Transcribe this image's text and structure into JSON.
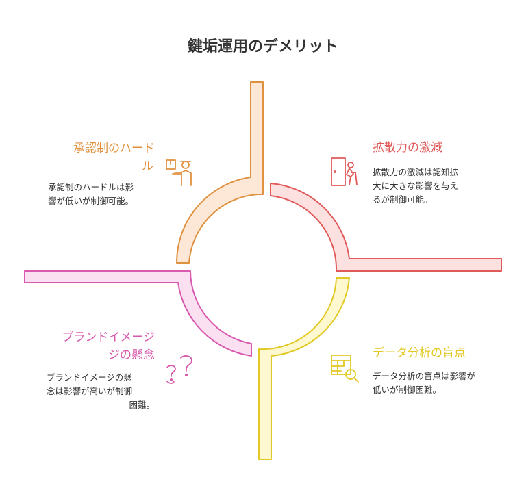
{
  "title": "鍵垢運用のデメリット",
  "colors": {
    "approval": "#e0913f",
    "spread": "#e05a5a",
    "analysis": "#e2c822",
    "brand": "#d85aae"
  },
  "quadrants": {
    "approval": {
      "icon": "delivery-person-icon",
      "heading_line1": "承認制のハード",
      "heading_line2": "ル",
      "desc_line1": "承認制のハードルは影",
      "desc_line2": "響が低いが制御可能。"
    },
    "spread": {
      "icon": "person-leaving-door-icon",
      "heading": "拡散力の激減",
      "desc_line1": "拡散力の激減は認知拡",
      "desc_line2": "大に大きな影響を与え",
      "desc_line3": "るが制御可能。"
    },
    "analysis": {
      "icon": "table-magnifier-icon",
      "heading": "データ分析の盲点",
      "desc_line1": "データ分析の盲点は影響が",
      "desc_line2": "低いが制御困難。"
    },
    "brand": {
      "icon": "question-marks-icon",
      "heading_line1": "ブランドイメージ",
      "heading_line2": "ジの懸念",
      "desc_line1": "ブランドイメージの懸",
      "desc_line2": "念は影響が高いが制御",
      "desc_line3": "困難。"
    }
  }
}
